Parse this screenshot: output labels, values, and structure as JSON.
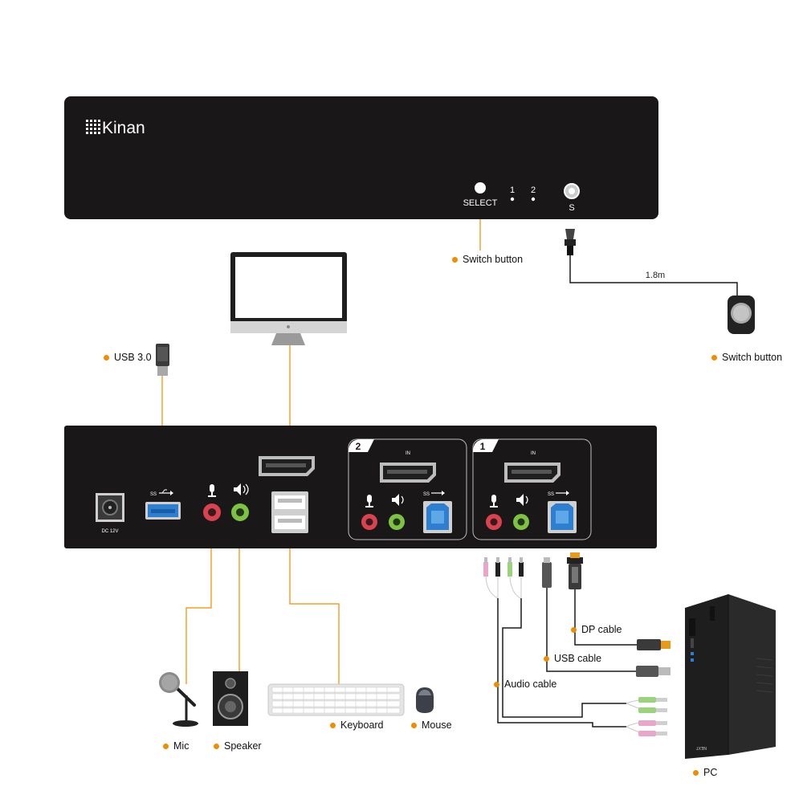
{
  "brand": {
    "name": "Kinan"
  },
  "front_panel": {
    "select_label": "SELECT",
    "port_1": "1",
    "port_2": "2",
    "remote_jack_label": "S"
  },
  "remote": {
    "cable_length": "1.8m"
  },
  "rear_panel": {
    "dc_label": "DC 12V",
    "port_group_2": "2",
    "port_group_1": "1",
    "in_label": "IN",
    "ss_label": "SS"
  },
  "pc_brand": "NEXT",
  "labels": {
    "switch_button_front": "Switch button",
    "switch_button_remote": "Switch button",
    "usb30": "USB 3.0",
    "mic": "Mic",
    "speaker": "Speaker",
    "keyboard": "Keyboard",
    "mouse": "Mouse",
    "dp_cable": "DP cable",
    "usb_cable": "USB cable",
    "audio_cable": "Audio cable",
    "pc": "PC"
  },
  "colors": {
    "accent": "#f08c00",
    "device_body": "#1a1718",
    "mic_jack": "#d9434f",
    "speaker_jack": "#7dc242",
    "usb3_blue": "#2e7fd0"
  }
}
